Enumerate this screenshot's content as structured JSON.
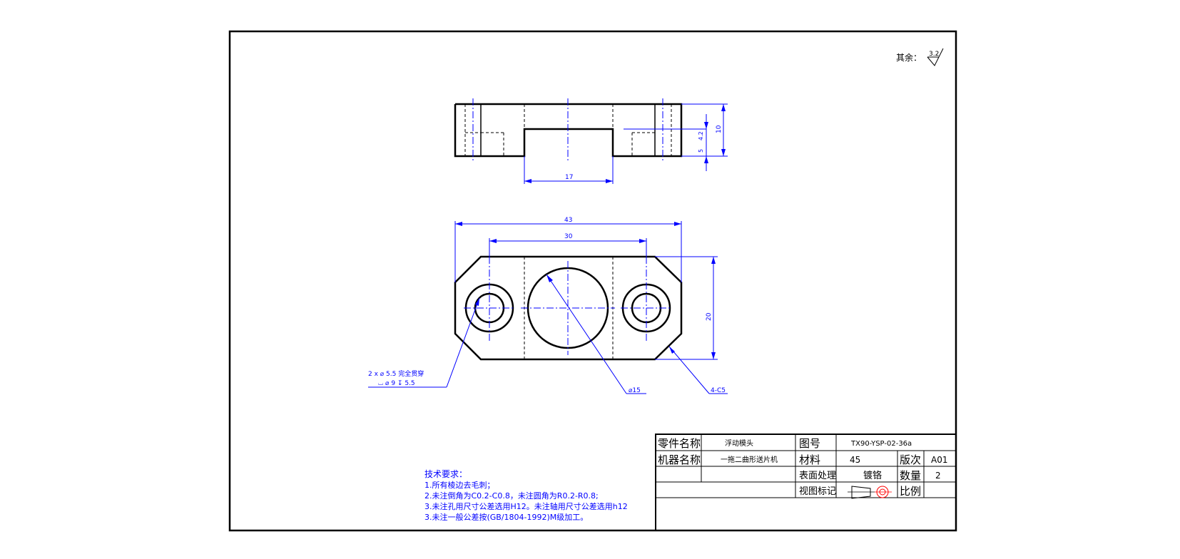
{
  "roughness_note": {
    "label": "其余：",
    "value": "3.2"
  },
  "dimensions": {
    "slot_width": "17",
    "depth_a": "4.2",
    "depth_b": "5",
    "height": "10",
    "overall_length": "43",
    "hole_spacing": "30",
    "width": "20",
    "center_bore": "⌀15",
    "chamfer": "4-C5",
    "hole_callout_line1": "2 x ⌀ 5.5 完全贯穿",
    "hole_callout_line2": "⌴ ⌀ 9 ↧ 5.5"
  },
  "tech_requirements": {
    "title": "技术要求：",
    "items": [
      "1.所有棱边去毛刺；",
      "2.未注倒角为C0.2-C0.8，未注圆角为R0.2-R0.8;",
      "3.未注孔用尺寸公差选用H12。未注轴用尺寸公差选用h12",
      "3.未注一般公差按(GB/1804-1992)M级加工。"
    ]
  },
  "title_block": {
    "part_name_label": "零件名称",
    "part_name": "浮动模头",
    "drawing_no_label": "图号",
    "drawing_no": "TX90-YSP-02-36a",
    "machine_name_label": "机器名称",
    "machine_name": "一拖二曲形送片机",
    "material_label": "材料",
    "material": "45",
    "version_label": "版次",
    "version": "A01",
    "surface_label": "表面处理",
    "surface": "镀铬",
    "quantity_label": "数量",
    "quantity": "2",
    "view_mark_label": "视图标记",
    "scale_label": "比例",
    "scale": ""
  }
}
